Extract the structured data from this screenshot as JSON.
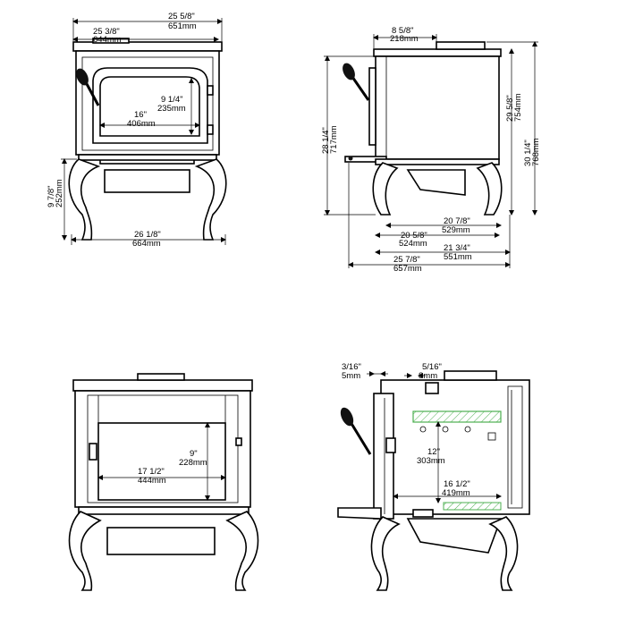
{
  "dimensions": {
    "front": {
      "overall_width_in": "25 5/8\"",
      "overall_width_mm": "651mm",
      "top_width_in": "25 3/8\"",
      "top_width_mm": "644mm",
      "door_height_in": "9 1/4\"",
      "door_height_mm": "235mm",
      "door_width_in": "16\"",
      "door_width_mm": "406mm",
      "floor_to_body_in": "9 7/8\"",
      "floor_to_body_mm": "252mm",
      "leg_width_in": "26 1/8\"",
      "leg_width_mm": "664mm"
    },
    "side": {
      "flue_offset_in": "8 5/8\"",
      "flue_offset_mm": "218mm",
      "height_top_in": "29 5/8\"",
      "height_top_mm": "754mm",
      "height_total_in": "30 1/4\"",
      "height_total_mm": "768mm",
      "height_front_in": "28 1/4\"",
      "height_front_mm": "717mm",
      "depth_a_in": "20 7/8\"",
      "depth_a_mm": "529mm",
      "depth_b_in": "20 5/8\"",
      "depth_b_mm": "524mm",
      "depth_c_in": "21 3/4\"",
      "depth_c_mm": "551mm",
      "depth_total_in": "25 7/8\"",
      "depth_total_mm": "657mm"
    },
    "front_open": {
      "firebox_height_in": "9\"",
      "firebox_height_mm": "228mm",
      "firebox_width_in": "17 1/2\"",
      "firebox_width_mm": "444mm"
    },
    "section": {
      "wall_a_in": "3/16\"",
      "wall_a_mm": "5mm",
      "wall_b_in": "5/16\"",
      "wall_b_mm": "8mm",
      "inner_height_in": "12\"",
      "inner_height_mm": "303mm",
      "inner_depth_in": "16 1/2\"",
      "inner_depth_mm": "419mm"
    }
  },
  "colors": {
    "line": "#000000",
    "firebrick": "#4caf50"
  }
}
